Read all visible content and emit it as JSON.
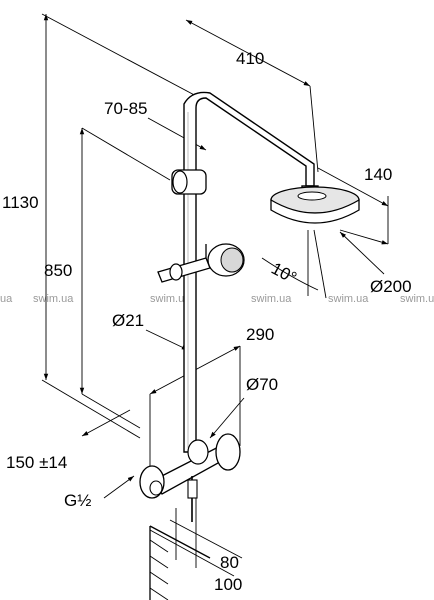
{
  "dimensions": {
    "d410": "410",
    "d70_85": "70-85",
    "d1130": "1130",
    "d140": "140",
    "d850": "850",
    "d10deg": "10°",
    "d200": "Ø200",
    "d21": "Ø21",
    "d290": "290",
    "d70": "Ø70",
    "d150": "150 ±14",
    "thread": "G½",
    "d80": "80",
    "d100": "100"
  },
  "watermark": {
    "left_fragment": "ua",
    "text": "swim.ua"
  }
}
